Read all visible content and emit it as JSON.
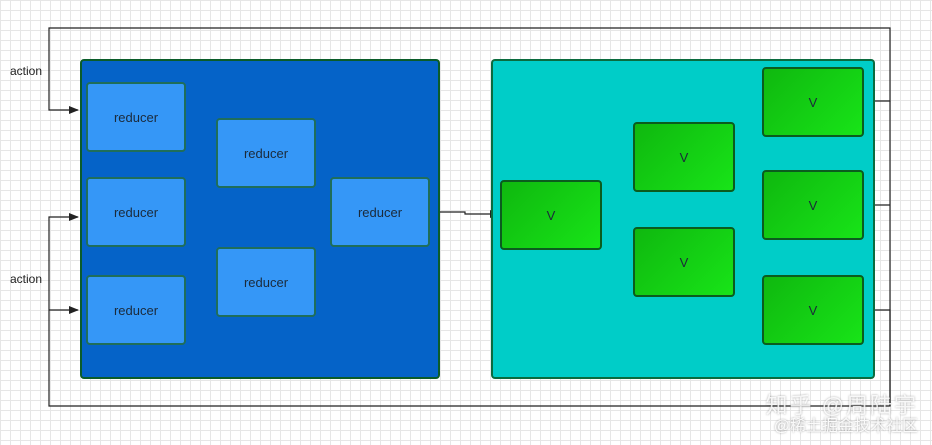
{
  "labels": {
    "action_top": "action",
    "action_bottom": "action"
  },
  "reducers": {
    "r1": "reducer",
    "r2": "reducer",
    "r3": "reducer",
    "r4": "reducer",
    "r5": "reducer",
    "r6": "reducer"
  },
  "views": {
    "v1": "V",
    "v2": "V",
    "v3": "V",
    "v4": "V",
    "v5": "V",
    "v6": "V"
  },
  "watermark": {
    "line1": "知乎 @周陆宇",
    "line2": "@稀土掘金技术社区"
  },
  "colors": {
    "reducer_panel": "#0563c8",
    "view_panel": "#00cdc8",
    "reducer_node": "#3597f7",
    "view_node": "#14d014",
    "wire": "#222222"
  }
}
